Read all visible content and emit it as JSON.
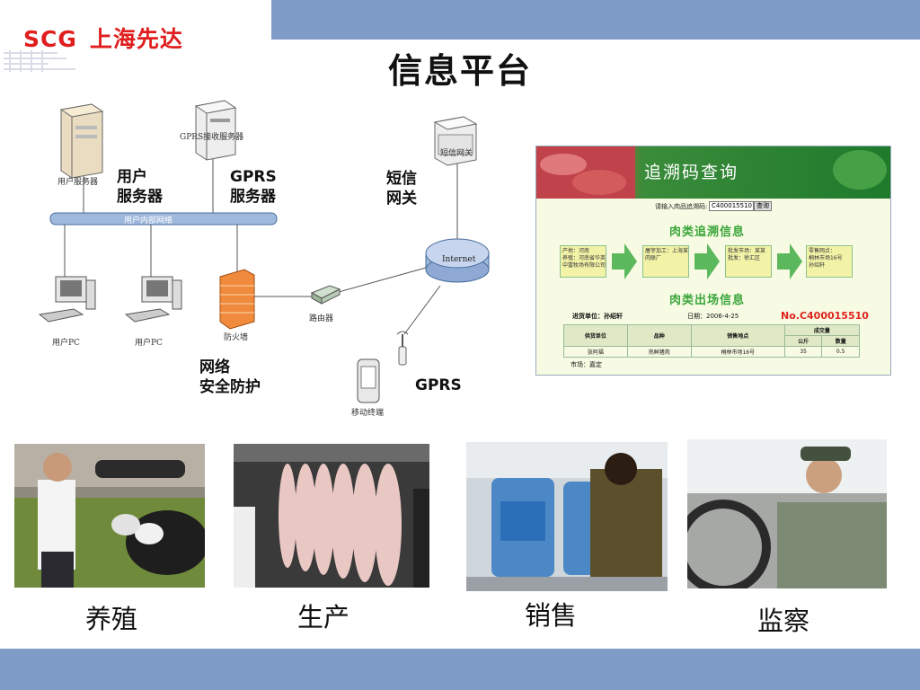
{
  "brand": {
    "logo_latin": "SCG",
    "logo_cn": "上海先达"
  },
  "title": "信息平台",
  "network": {
    "labels": {
      "user_server_big": "用户\n服务器",
      "gprs_server_big": "GPRS\n服务器",
      "sms_gateway_big": "短信\n网关",
      "network_security_big": "网络\n安全防护",
      "gprs_big": "GPRS"
    },
    "small_labels": {
      "user_server": "用户服务器",
      "gprs_receive_server": "GPRS接收服务器",
      "sms_gateway_box": "短信网关",
      "lan": "用户内部网络",
      "internet": "Internet",
      "router": "路由器",
      "firewall": "防火墙",
      "user_pc_1": "用户PC",
      "user_pc_2": "用户PC",
      "mobile_terminal": "移动终端"
    }
  },
  "trace_panel": {
    "header_title": "追溯码查询",
    "search_label": "请输入肉品追溯码:",
    "search_value": "C400015510",
    "search_button": "查询",
    "section_trace": "肉类追溯信息",
    "steps": [
      "产地：河南\n养殖：河南省华英禽\n中富牧场有限公司",
      "屠宰加工：上海某\n肉联厂",
      "批发市场：某某\n批发：徐汇区",
      "零售网点：\n桐林市场16号\n孙绍轩"
    ],
    "section_sale": "肉类出场信息",
    "buyer_label": "进货单位：孙绍轩",
    "date_label": "日期：",
    "date_value": "2006-4-25",
    "number": "No.C400015510",
    "table_headers": [
      "供货单位",
      "品种",
      "销售地点",
      "成交量"
    ],
    "table_subheaders": [
      "公斤",
      "数量"
    ],
    "table_row": [
      "张阿福",
      "热鲜猪肉",
      "桐林市场16号",
      "35",
      "0.5"
    ],
    "market_label": "市场：嘉定"
  },
  "captions": [
    "养殖",
    "生产",
    "销售",
    "监察"
  ],
  "colors": {
    "band": "#7f9cc9",
    "logo_red": "#e01e1e",
    "panel_green": "#1f7a2c",
    "panel_title_green": "#3aa53a",
    "number_red": "#e0241e"
  }
}
